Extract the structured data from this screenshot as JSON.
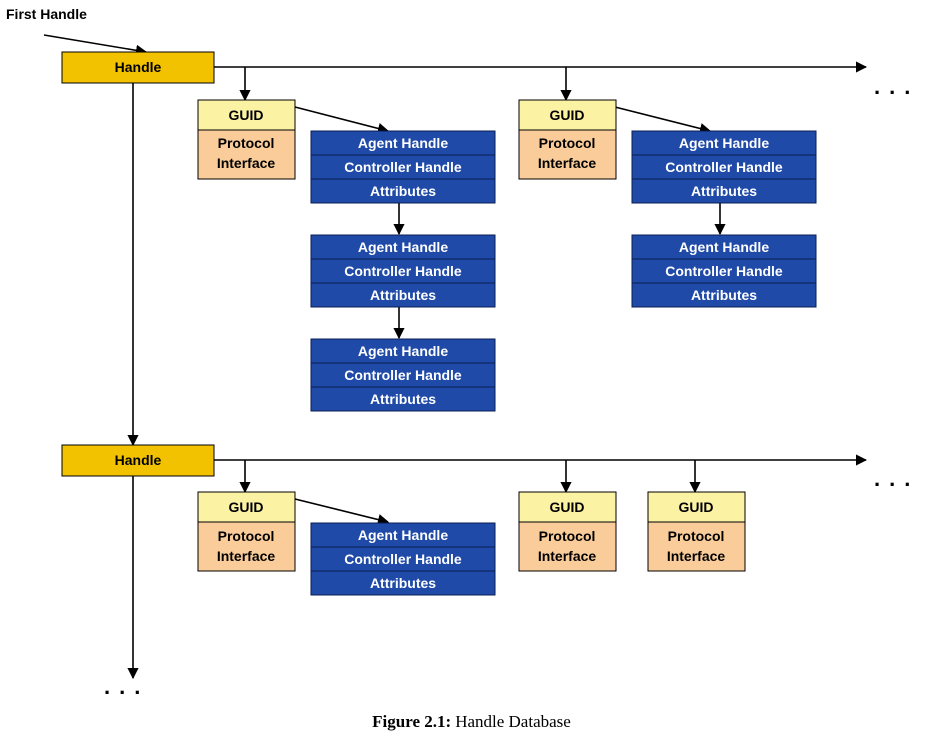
{
  "diagram": {
    "first_handle_label": "First Handle",
    "handle_label": "Handle",
    "guid_label": "GUID",
    "protocol_line1": "Protocol",
    "protocol_line2": "Interface",
    "agent_handle_label": "Agent Handle",
    "controller_handle_label": "Controller Handle",
    "attributes_label": "Attributes",
    "ellipsis": "..."
  },
  "caption": {
    "prefix": "Figure 2.1:",
    "text": "Handle Database"
  },
  "colors": {
    "handle_fill": "#f2c200",
    "guid_fill": "#fbf2a3",
    "protocol_fill": "#f9cc99",
    "open_info_fill": "#1f4aa8",
    "line": "#000000"
  }
}
